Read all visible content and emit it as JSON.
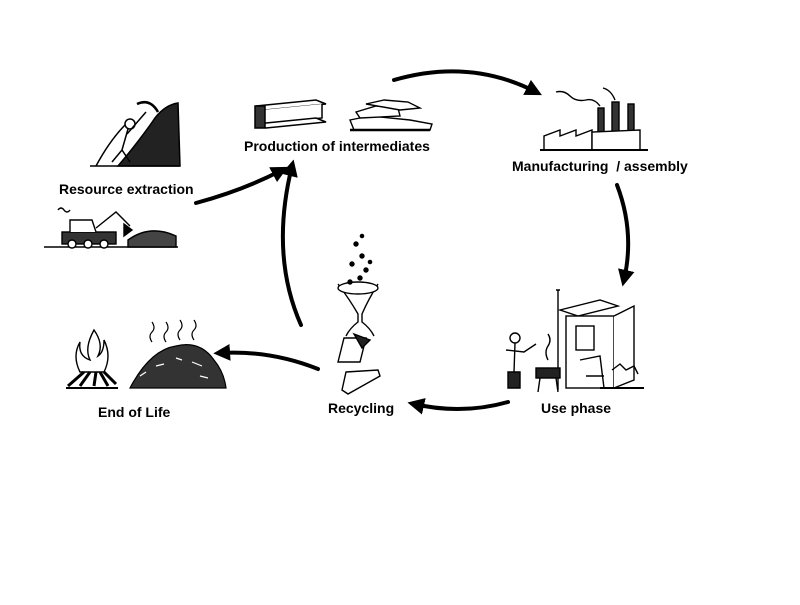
{
  "stages": {
    "resource_extraction": "Resource extraction",
    "production_of_intermediates": "Production of intermediates",
    "manufacturing_assembly": "Manufacturing  / assembly",
    "use_phase": "Use phase",
    "recycling": "Recycling",
    "end_of_life": "End of Life"
  },
  "icons": {
    "resource_extraction": [
      "miner-icon",
      "excavator-icon"
    ],
    "production_of_intermediates": [
      "steel-beam-icon",
      "metal-ingots-icon"
    ],
    "manufacturing_assembly": [
      "factory-icon"
    ],
    "use_phase": [
      "house-with-barbecue-icon"
    ],
    "recycling": [
      "recycling-funnel-icon"
    ],
    "end_of_life": [
      "fire-icon",
      "landfill-icon"
    ]
  },
  "colors": {
    "ink": "#000000",
    "background": "#ffffff"
  }
}
